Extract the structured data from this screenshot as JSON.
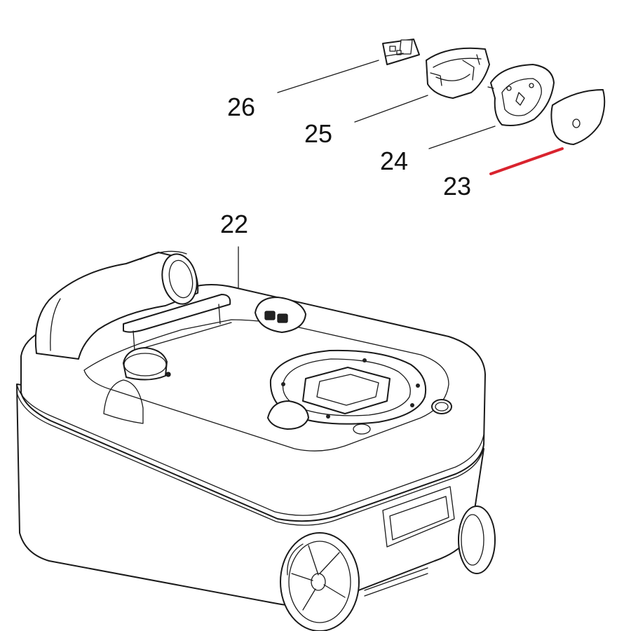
{
  "callouts": [
    {
      "id": "26",
      "label": "26"
    },
    {
      "id": "25",
      "label": "25"
    },
    {
      "id": "24",
      "label": "24"
    },
    {
      "id": "23",
      "label": "23",
      "highlighted": true
    },
    {
      "id": "22",
      "label": "22"
    }
  ],
  "colors": {
    "line": "#1a1a1a",
    "highlight": "#d9232e",
    "background": "#ffffff"
  }
}
